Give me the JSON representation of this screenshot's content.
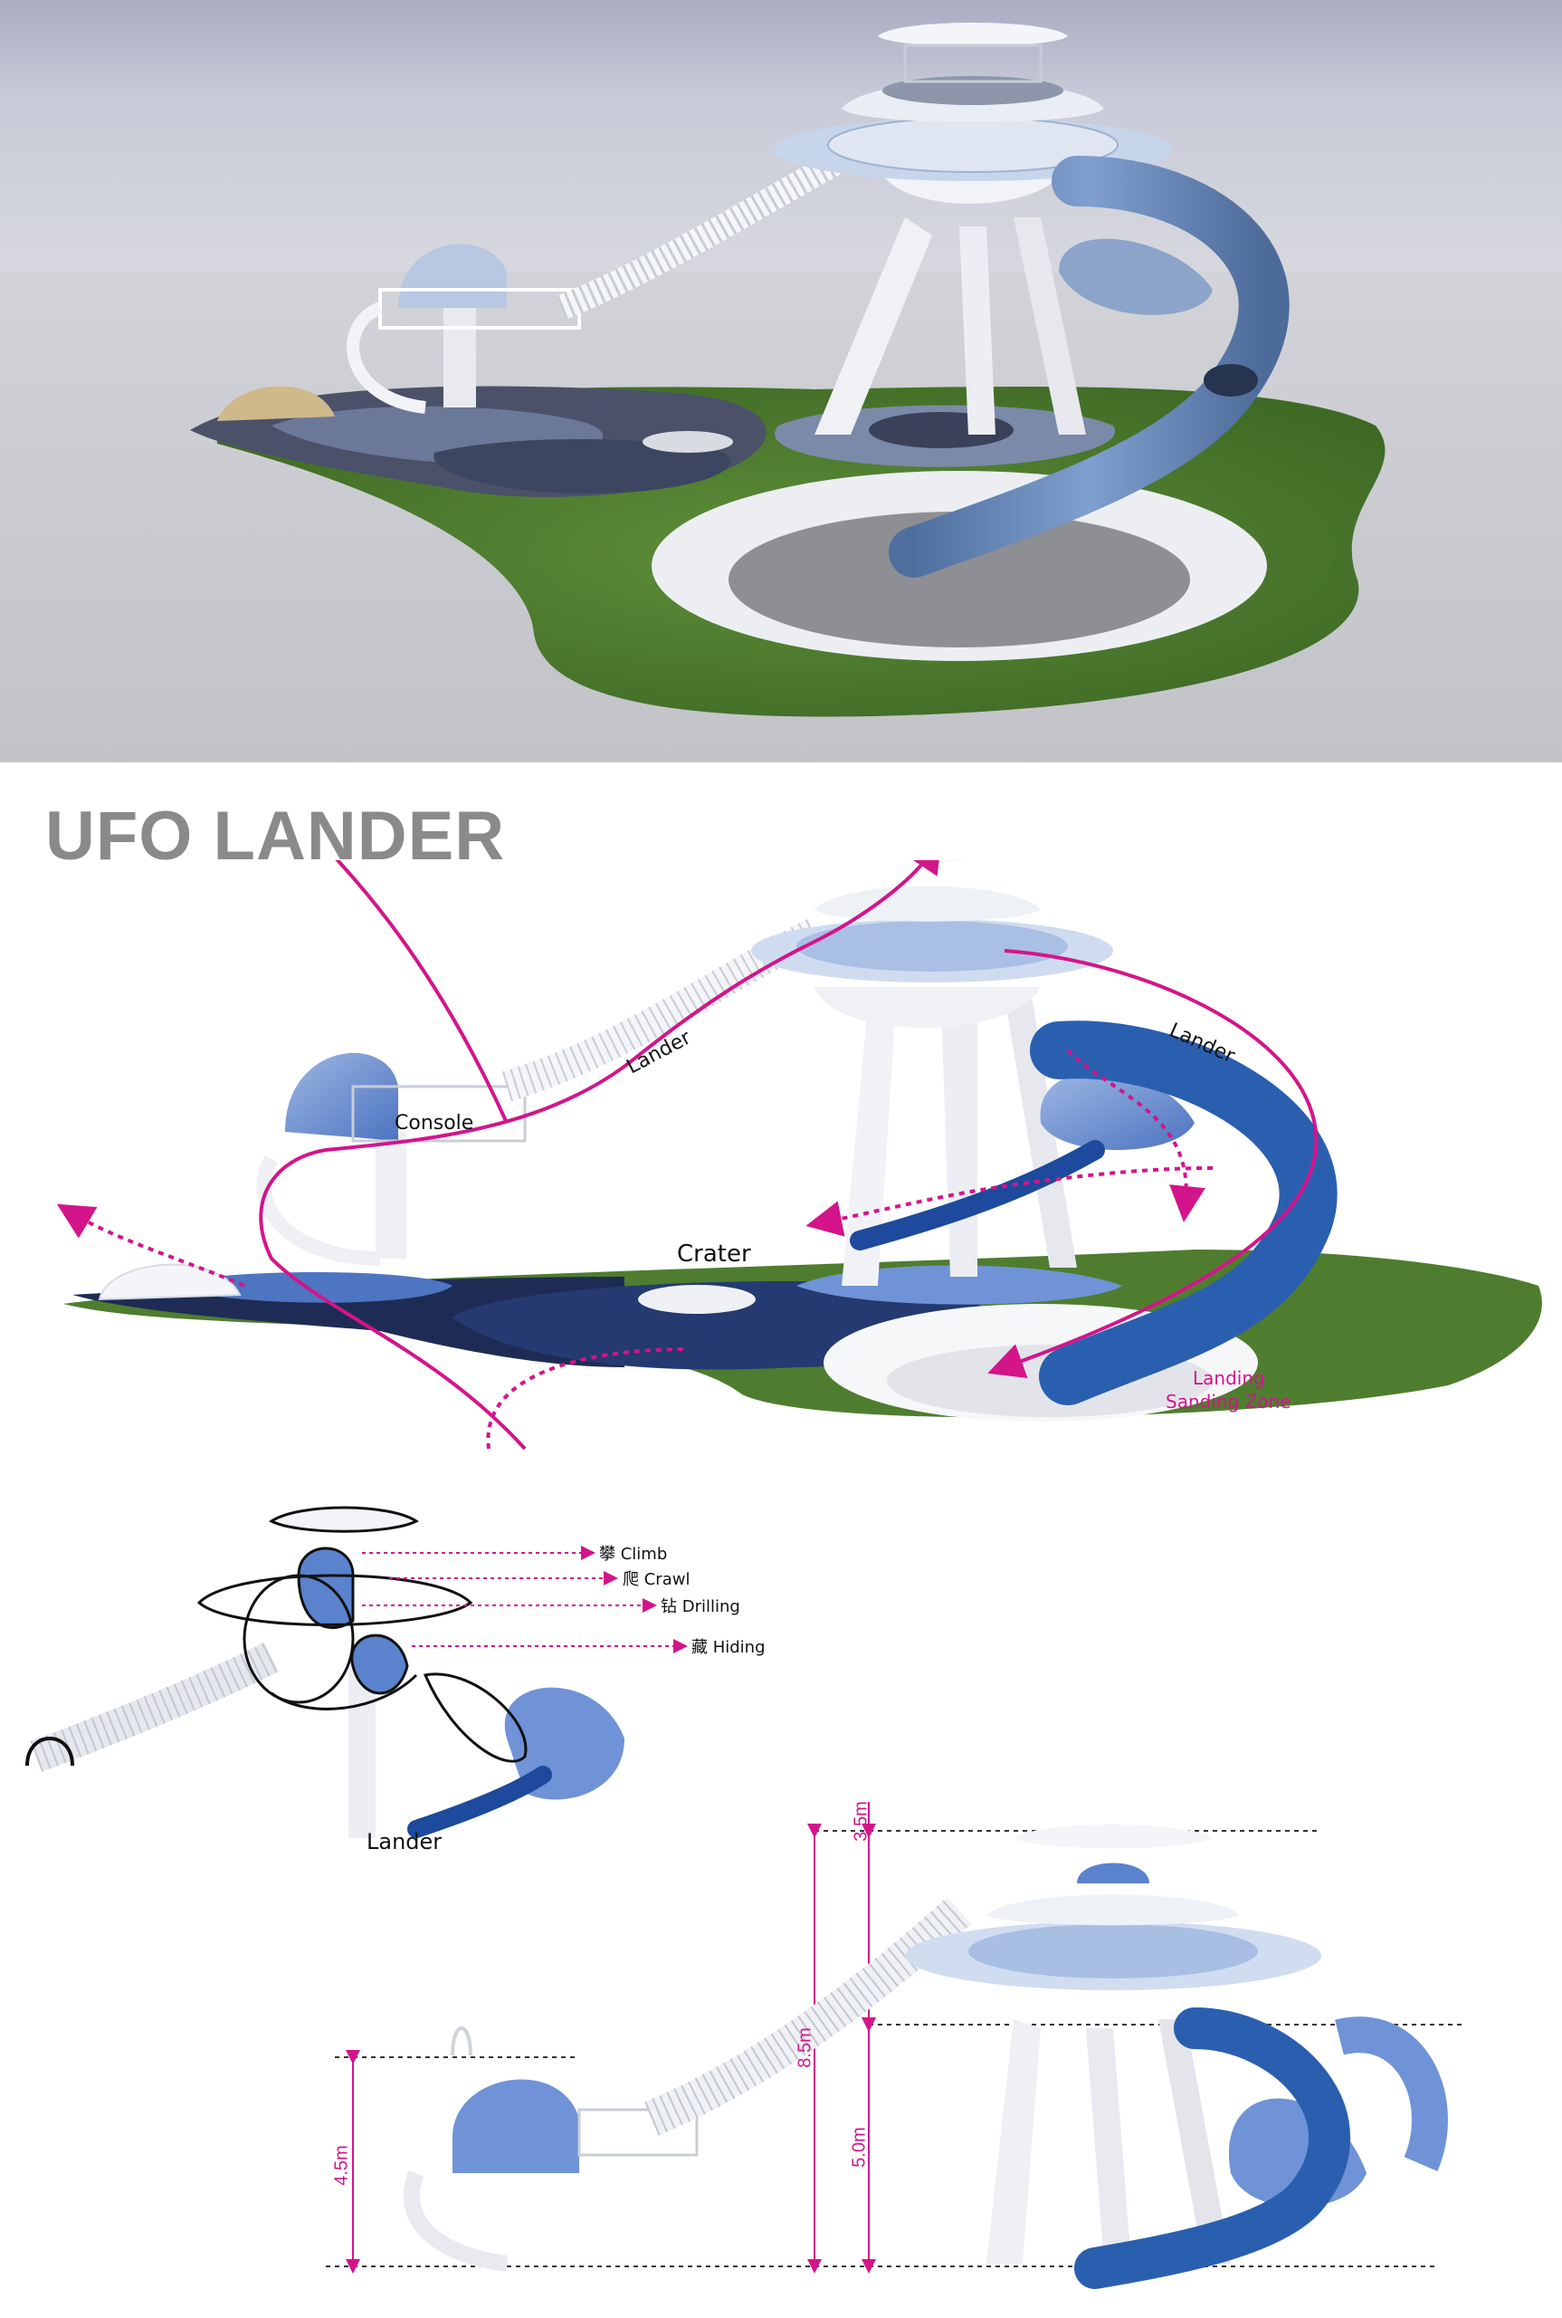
{
  "title": "UFO LANDER",
  "labels": {
    "lander_left": "Lander",
    "lander_right": "Lander",
    "console": "Console",
    "crater": "Crater",
    "landing_line1": "Landing",
    "landing_line2": "Sanding Zone",
    "detail_caption": "Lander"
  },
  "callouts": [
    {
      "label": "攀 Climb"
    },
    {
      "label": "爬 Crawl"
    },
    {
      "label": "钻 Drilling"
    },
    {
      "label": "藏 Hiding"
    }
  ],
  "dimensions": {
    "top": "3.5m",
    "total": "8.5m",
    "mid": "5.0m",
    "console": "4.5m"
  },
  "colors": {
    "accent_path": "#d4148a",
    "slide_blue": "#2a5fb0",
    "pod_blue": "#6f93d6",
    "deck_navy": "#1e2c55",
    "grass": "#4f7d2f",
    "title_gray": "#8a8a8a"
  }
}
